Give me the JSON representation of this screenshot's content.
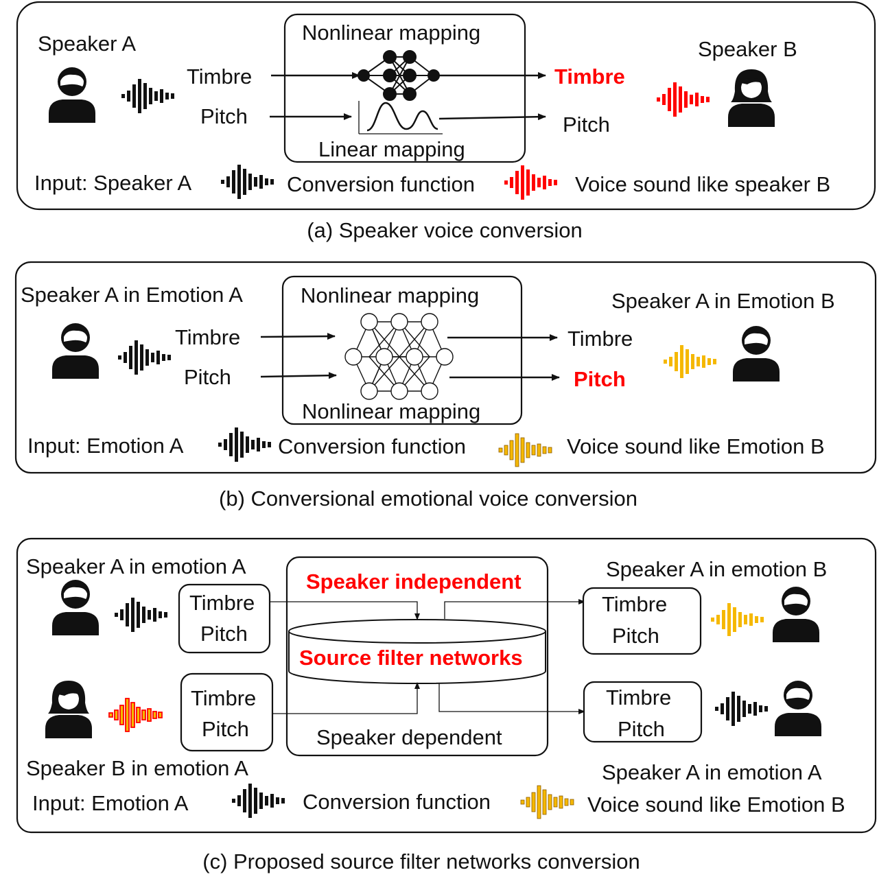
{
  "colors": {
    "red": "#ff0000",
    "orange": "#f5b800",
    "black": "#111111"
  },
  "panel_a": {
    "speaker_a": "Speaker A",
    "speaker_b": "Speaker B",
    "timbre_in": "Timbre",
    "pitch_in": "Pitch",
    "timbre_out": "Timbre",
    "pitch_out": "Pitch",
    "nonlinear": "Nonlinear mapping",
    "linear": "Linear mapping",
    "input": "Input: Speaker A",
    "conversion": "Conversion function",
    "result": "Voice sound like speaker B",
    "caption": "(a) Speaker voice conversion"
  },
  "panel_b": {
    "speaker_in": "Speaker A in Emotion A",
    "speaker_out": "Speaker A in Emotion B",
    "timbre_in": "Timbre",
    "pitch_in": "Pitch",
    "timbre_out": "Timbre",
    "pitch_out": "Pitch",
    "nonlinear_top": "Nonlinear mapping",
    "nonlinear_bottom": "Nonlinear mapping",
    "input": "Input: Emotion A",
    "conversion": "Conversion function",
    "result": "Voice sound like Emotion B",
    "caption": "(b) Conversional emotional voice conversion"
  },
  "panel_c": {
    "speaker_tl": "Speaker A in emotion A",
    "speaker_bl": "Speaker B in emotion A",
    "speaker_tr": "Speaker A in emotion B",
    "speaker_br": "Speaker A in emotion A",
    "timbre": "Timbre",
    "pitch": "Pitch",
    "independent": "Speaker independent",
    "networks": "Source filter networks",
    "dependent": "Speaker dependent",
    "input": "Input: Emotion A",
    "conversion": "Conversion function",
    "result": "Voice sound like Emotion B",
    "caption": "(c) Proposed source filter networks conversion"
  }
}
